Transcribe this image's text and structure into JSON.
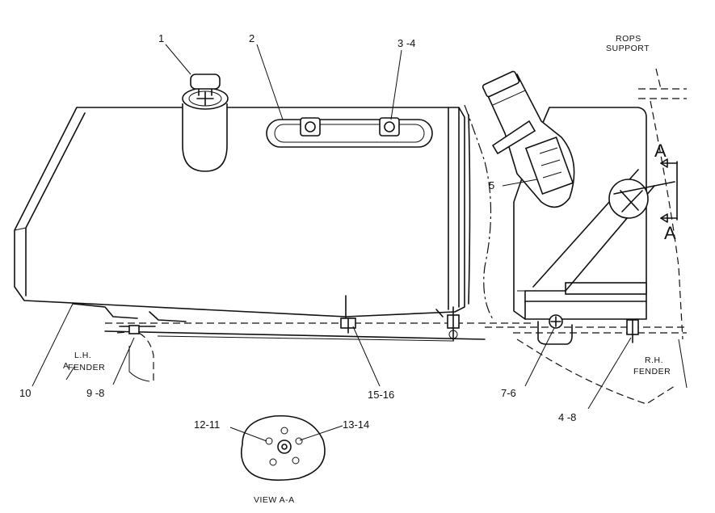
{
  "callouts": {
    "c1": "1",
    "c2": "2",
    "c3": "3 -4",
    "c5": "5",
    "c10": "10",
    "c9": "9 -8",
    "c15": "15-16",
    "c7": "7-6",
    "c4": "4 -8",
    "c12": "12-11",
    "c13": "13-14"
  },
  "notes": {
    "rops_line1": "ROPS",
    "rops_line2": "SUPPORT",
    "lh_line1": "L.H.",
    "lh_line2": "FENDER",
    "rh_line1": "R.H.",
    "rh_line2": "FENDER",
    "section_letter_top": "A",
    "section_letter_bottom": "A",
    "view_title": "VIEW A-A",
    "lh_mark": "A"
  }
}
